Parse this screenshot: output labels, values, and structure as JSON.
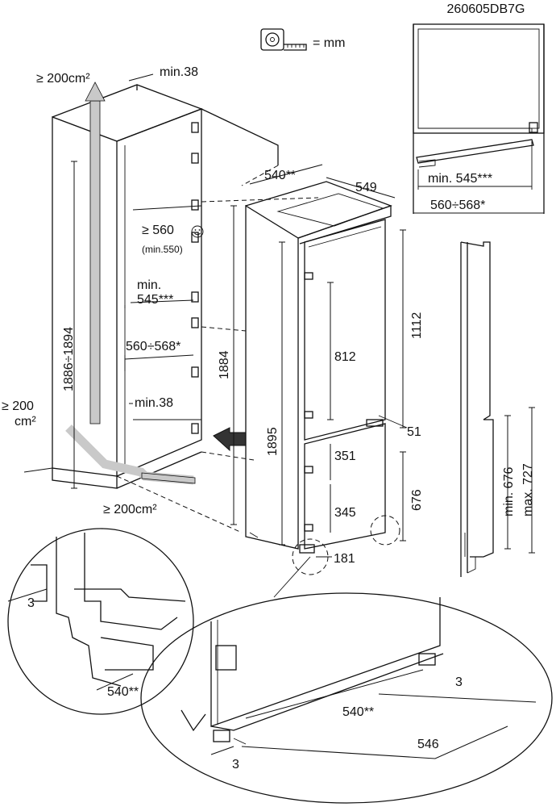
{
  "diagram": {
    "code": "260605DB7G",
    "unit_legend": {
      "icon": "tape-measure-icon",
      "text": "= mm"
    },
    "niche": {
      "vent_top": "≥ 200cm²",
      "gap_top": "min.38",
      "height_range": "1886÷1894",
      "depth_min": "≥ 560",
      "depth_min_note": "(min.550)",
      "width_min": "min.",
      "width_min_value": "545***",
      "width_range": "560÷568*",
      "gap_bottom": "min.38",
      "vent_left_line1": "≥ 200",
      "vent_left_line2": "cm²",
      "vent_bottom": "≥ 200cm²"
    },
    "appliance": {
      "width": "540**",
      "depth": "549",
      "niche_height": "1884",
      "total_height": "1895",
      "upper_door": "1112",
      "upper_door_inner": "812",
      "gap_51": "51",
      "lower_351": "351",
      "lower_345": "345",
      "lower_676": "676",
      "bottom_181": "181"
    },
    "top_view": {
      "width_min": "min. 545***",
      "width_range": "560÷568*"
    },
    "side_view": {
      "min_height": "min. 676",
      "max_height": "max. 727"
    },
    "detail_left": {
      "gap": "3",
      "width": "540**"
    },
    "detail_bottom": {
      "gap_right": "3",
      "width_540": "540**",
      "width_546": "546",
      "gap_left": "3"
    },
    "colors": {
      "line": "#111111",
      "arrow_fill": "#c9c9c9",
      "background": "#ffffff"
    }
  }
}
